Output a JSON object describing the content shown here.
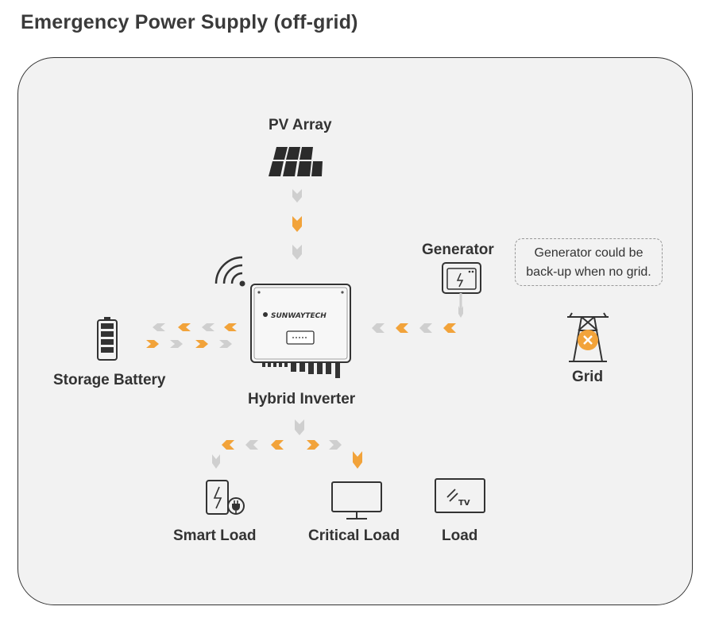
{
  "title": "Emergency Power Supply (off-grid)",
  "labels": {
    "pv_array": "PV Array",
    "generator": "Generator",
    "storage_battery": "Storage Battery",
    "hybrid_inverter": "Hybrid Inverter",
    "grid": "Grid",
    "smart_load": "Smart Load",
    "critical_load": "Critical Load",
    "load": "Load"
  },
  "note": {
    "line1": "Generator could be",
    "line2": "back-up when no grid."
  },
  "inverter_brand": "SUNWAYTECH",
  "tv_label": "TV",
  "colors": {
    "active_arrow": "#f2a33a",
    "inactive_arrow": "#cfcfcf",
    "panel_bg": "#f2f2f2",
    "grid_fault": "#f2a33a",
    "solar_cell": "#2b2b2b"
  },
  "flows": {
    "pv_to_inverter": "active",
    "generator_to_inverter": "active",
    "inverter_battery_bidirectional": "active",
    "inverter_to_critical_load": "active",
    "inverter_to_smart_load": "active",
    "grid": "disconnected"
  }
}
